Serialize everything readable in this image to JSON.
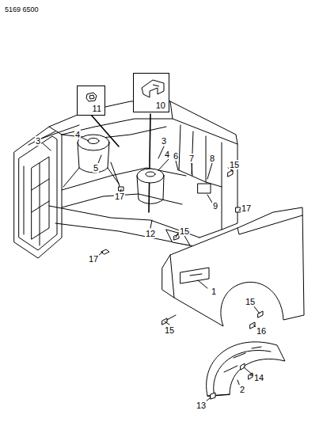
{
  "diagram": {
    "nodes": [
      {
        "text": [
          "11"
        ]
      },
      {
        "text": [
          "10"
        ]
      }
    ],
    "labels": [
      "5169 6500",
      "3",
      "4",
      "5",
      "17",
      "3",
      "4",
      "6",
      "7",
      "8",
      "15",
      "9",
      "17",
      "12",
      "15",
      "17",
      "1",
      "15",
      "16",
      "15",
      "14",
      "2",
      "13"
    ]
  }
}
